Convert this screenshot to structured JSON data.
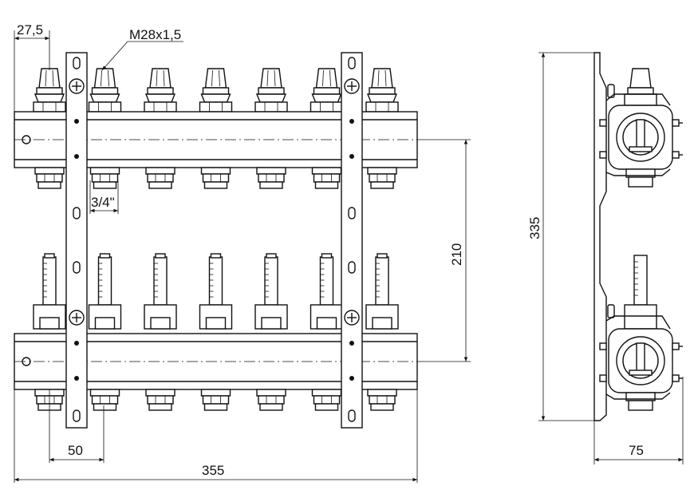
{
  "dimensions": {
    "outlet_offset": "27,5",
    "thread": "M28x1,5",
    "connection": "3/4\"",
    "pitch": "50",
    "overall_width": "355",
    "height_between": "210",
    "total_height": "335",
    "depth": "75"
  },
  "outlets_per_bar": 7,
  "colors": {
    "line": "#111111",
    "background": "#ffffff"
  }
}
